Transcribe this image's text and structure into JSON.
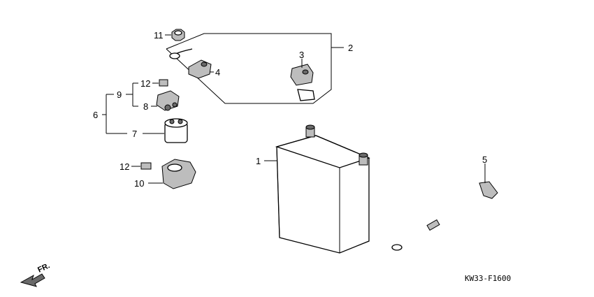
{
  "callouts": [
    "1",
    "2",
    "3",
    "4",
    "5",
    "6",
    "7",
    "8",
    "9",
    "10",
    "11",
    "12",
    "12"
  ],
  "diagram_code": "KW33-F1600",
  "direction_label": "FR.",
  "colors": {
    "line": "#000000",
    "shade": "#bdbdbd",
    "background": "#ffffff"
  }
}
